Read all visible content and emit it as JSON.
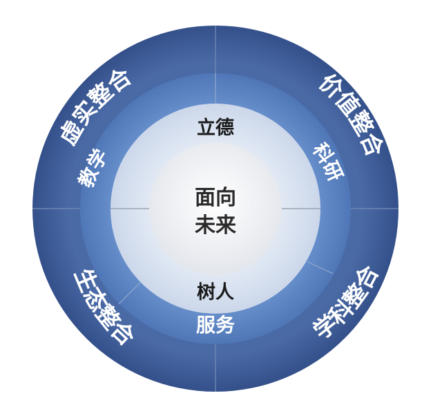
{
  "diagram": {
    "center": {
      "line1": "面向",
      "line2": "未来"
    },
    "inner_ring": {
      "top": "立德",
      "bottom": "树人"
    },
    "middle_ring": {
      "left": "教学",
      "right": "科研",
      "bottom": "服务"
    },
    "outer_ring": {
      "top_left": "虚实整合",
      "top_right": "价值整合",
      "bottom_left": "生态整合",
      "bottom_right": "学科整合"
    },
    "colors": {
      "outer_ring": "#3d5b95",
      "middle_ring": "#5a82c0",
      "inner_ring": "#d7e1ef",
      "center": "#eef0f4",
      "divider": "#6f86b3",
      "outer_text": "#ffffff",
      "middle_text": "#ffffff",
      "inner_text": "#1b1b1b"
    }
  }
}
